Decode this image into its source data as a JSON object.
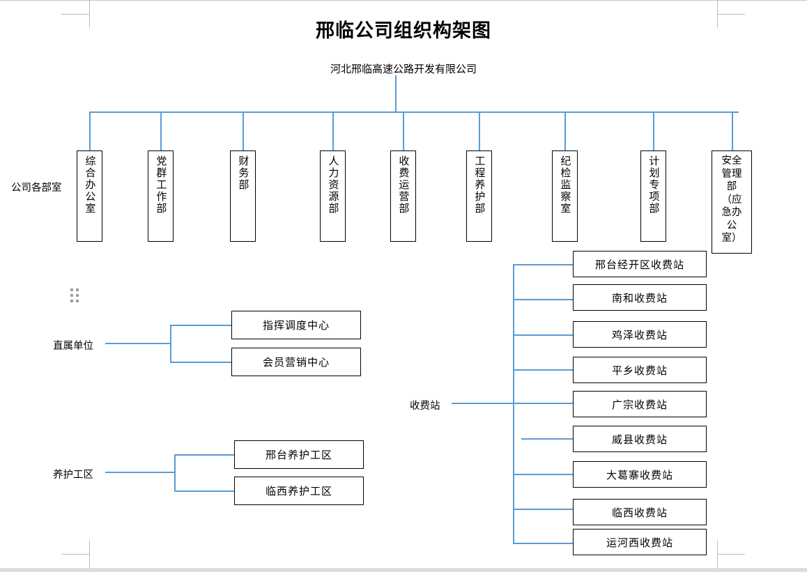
{
  "document": {
    "title": "邢临公司组织构架图",
    "root_node": "河北邢临高速公路开发有限公司"
  },
  "sections": {
    "departments_label": "公司各部室",
    "direct_units_label": "直属单位",
    "maintenance_label": "养护工区",
    "toll_stations_label": "收费站"
  },
  "departments": [
    {
      "name": "综合办公室"
    },
    {
      "name": "党群工作部"
    },
    {
      "name": "财务部"
    },
    {
      "name": "人力资源部"
    },
    {
      "name": "收费运营部"
    },
    {
      "name": "工程养护部"
    },
    {
      "name": "纪检监察室"
    },
    {
      "name": "计划专项部"
    },
    {
      "name": "安全管理部（应急办公室）"
    }
  ],
  "direct_units": [
    {
      "name": "指挥调度中心"
    },
    {
      "name": "会员营销中心"
    }
  ],
  "maintenance_zones": [
    {
      "name": "邢台养护工区"
    },
    {
      "name": "临西养护工区"
    }
  ],
  "toll_stations": [
    {
      "name": "邢台经开区收费站"
    },
    {
      "name": "南和收费站"
    },
    {
      "name": "鸡泽收费站"
    },
    {
      "name": "平乡收费站"
    },
    {
      "name": "广宗收费站"
    },
    {
      "name": "威县收费站"
    },
    {
      "name": "大葛寨收费站"
    },
    {
      "name": "临西收费站"
    },
    {
      "name": "运河西收费站"
    }
  ],
  "colors": {
    "connector": "#5b9bd5",
    "box_border": "#000000",
    "crop_mark": "#bdbdbd",
    "text": "#000000"
  },
  "handle": {
    "name": "drag-handle"
  }
}
